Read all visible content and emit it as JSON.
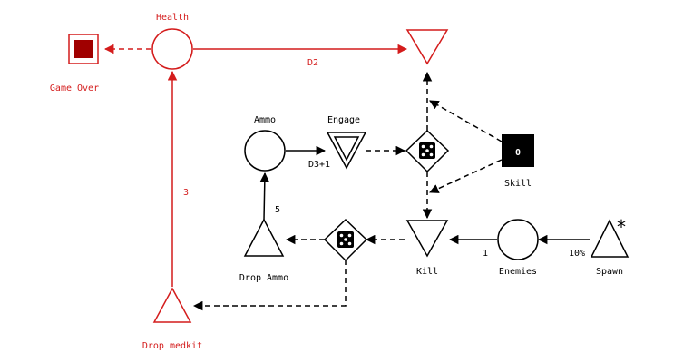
{
  "colors": {
    "resource": "#d41c1c",
    "default": "#000000",
    "background": "#ffffff",
    "game_over_fill": "#a00000"
  },
  "nodes": {
    "health": {
      "label": "Health"
    },
    "game_over": {
      "label": "Game Over",
      "icon": "stop-square-icon"
    },
    "drop_medkit": {
      "label": "Drop medkit"
    },
    "ammo": {
      "label": "Ammo"
    },
    "engage": {
      "label": "Engage"
    },
    "skill": {
      "label": "Skill",
      "value": "0"
    },
    "drop_ammo": {
      "label": "Drop Ammo"
    },
    "kill": {
      "label": "Kill"
    },
    "enemies": {
      "label": "Enemies"
    },
    "spawn": {
      "label": "Spawn",
      "marker": "*"
    },
    "dice_top": {
      "icon": "dice-icon"
    },
    "dice_bottom": {
      "icon": "dice-icon"
    }
  },
  "edges": {
    "health_to_red_drain": "D2",
    "medkit_to_health": "3",
    "ammo_to_engage": "D3+1",
    "drop_ammo_to_ammo": "5",
    "enemies_to_kill": "1",
    "spawn_to_enemies": "10%"
  }
}
